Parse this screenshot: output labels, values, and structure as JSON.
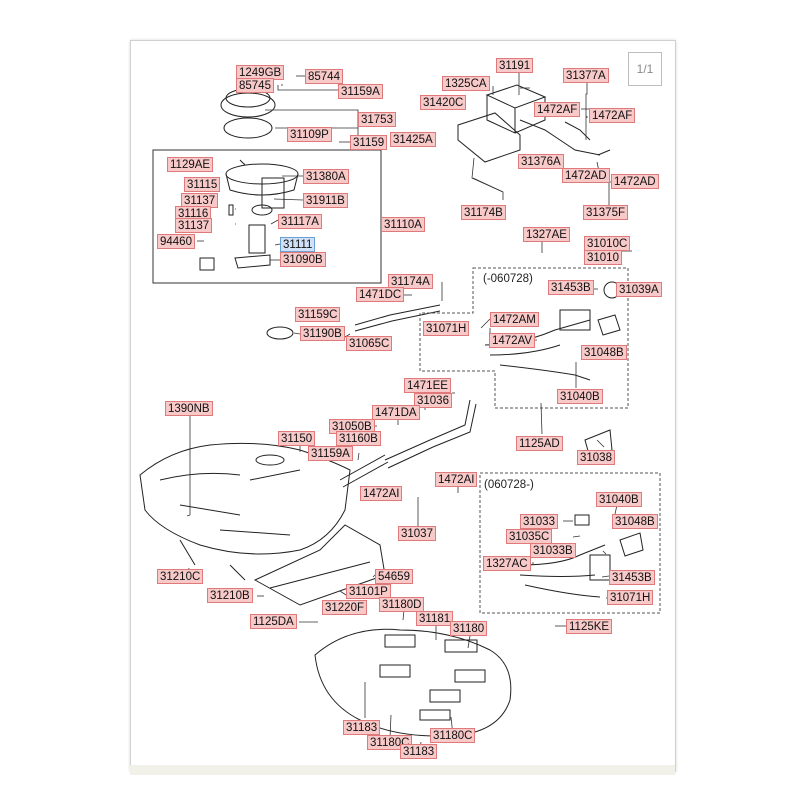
{
  "viewer": {
    "page_counter": "1/1"
  },
  "labels": {
    "l1249GB": "1249GB",
    "l85744": "85744",
    "l85745": "85745",
    "l31159A_top": "31159A",
    "l31753": "31753",
    "l31109P": "31109P",
    "l31159": "31159",
    "l31191": "31191",
    "l1325CA": "1325CA",
    "l31377A": "31377A",
    "l31420C": "31420C",
    "l1472AF_a": "1472AF",
    "l1472AF_b": "1472AF",
    "l31425A": "31425A",
    "l31376A": "31376A",
    "l1472AD_a": "1472AD",
    "l1472AD_b": "1472AD",
    "l31174B": "31174B",
    "l31375F": "31375F",
    "l1129AE": "1129AE",
    "l31380A": "31380A",
    "l31115": "31115",
    "l31137_a": "31137",
    "l31911B": "31911B",
    "l31116": "31116",
    "l31117A": "31117A",
    "l31137_b": "31137",
    "l31110A": "31110A",
    "l94460": "94460",
    "l31111": "31111",
    "l31090B": "31090B",
    "l1327AE": "1327AE",
    "l31010C": "31010C",
    "l31010": "31010",
    "l31453B_a": "31453B",
    "l31039A": "31039A",
    "l31174A": "31174A",
    "l1471DC": "1471DC",
    "l31159C": "31159C",
    "l1472AM": "1472AM",
    "l31071H_a": "31071H",
    "l1472AV": "1472AV",
    "l31190B": "31190B",
    "l31065C": "31065C",
    "l31048B_a": "31048B",
    "l1471EE": "1471EE",
    "l31036": "31036",
    "l31040B_a": "31040B",
    "l1390NB": "1390NB",
    "l1471DA": "1471DA",
    "l31050B": "31050B",
    "l31150": "31150",
    "l31160B": "31160B",
    "l1125AD": "1125AD",
    "l31038": "31038",
    "l31159A_mid": "31159A",
    "l1472AI_a": "1472AI",
    "l1472AI_b": "1472AI",
    "l31040B_b": "31040B",
    "l31033_a": "31033",
    "l31048B_b": "31048B",
    "l31035C": "31035C",
    "l31037": "31037",
    "l31033B": "31033B",
    "l1327AC": "1327AC",
    "l31453B_b": "31453B",
    "l31071H_b": "31071H",
    "l31210C": "31210C",
    "l54659": "54659",
    "l31210B": "31210B",
    "l31101P": "31101P",
    "l31180D": "31180D",
    "l31220F": "31220F",
    "l1125DA": "1125DA",
    "l1125KE": "1125KE",
    "l31181": "31181",
    "l31180_a": "31180",
    "l31183_a": "31183",
    "l31180C_a": "31180C",
    "l31180C_b": "31180C",
    "l31183_b": "31183"
  },
  "notes": {
    "n_before": "(-060728)",
    "n_after": "(060728-)"
  },
  "colors": {
    "label_fill": "#f7c9c9",
    "label_border": "#e07a7a",
    "selected_fill": "#cfe1f7",
    "line": "#222222"
  }
}
